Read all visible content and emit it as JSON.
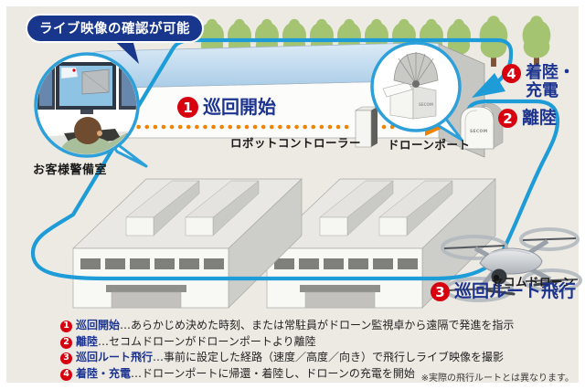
{
  "colors": {
    "background": "#EDEAE3",
    "route_blue": "#1E9CD7",
    "accent_red": "#D7000F",
    "title_navy": "#1C3490",
    "badge_navy": "#17368C",
    "signal_orange": "#EF8200",
    "tree_green": "#A5C472"
  },
  "badge": {
    "label": "ライブ映像の確認が可能"
  },
  "labels": {
    "security_room": "お客様警備室",
    "robot_controller": "ロボットコントローラー",
    "drone_port": "ドローンポート",
    "secom_drone": "セコムドローン",
    "secom_logo": "SECOM"
  },
  "steps": [
    {
      "num": "1",
      "title": "巡回開始",
      "desc": "…あらかじめ決めた時刻、または常駐員がドローン監視卓から遠隔で発進を指示"
    },
    {
      "num": "2",
      "title": "離陸",
      "desc": "…セコムドローンがドローンポートより離陸"
    },
    {
      "num": "3",
      "title": "巡回ルート飛行",
      "desc": "…事前に設定した経路（速度／高度／向き）で飛行しライブ映像を撮影"
    },
    {
      "num": "4",
      "title": "着陸・充電",
      "desc": "…ドローンポートに帰還・着陸し、ドローンの充電を開始"
    }
  ],
  "note": "※実際の飛行ルートとは異なります。"
}
